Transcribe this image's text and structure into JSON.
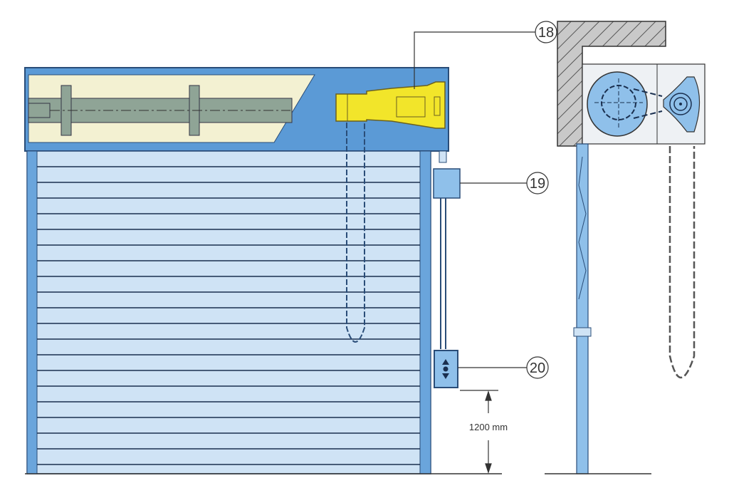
{
  "callouts": {
    "c18": "18",
    "c19": "19",
    "c20": "20"
  },
  "dimension": {
    "label": "1200 mm"
  },
  "colors": {
    "frame": "#5b9ad6",
    "slat": "#cfe3f5",
    "motor": "#f2e52a",
    "tube_bg": "#f3f1d2",
    "shaft": "#8fa496",
    "wall": "#c8c8c8"
  },
  "switch_icon": "up-stop-down-icon"
}
